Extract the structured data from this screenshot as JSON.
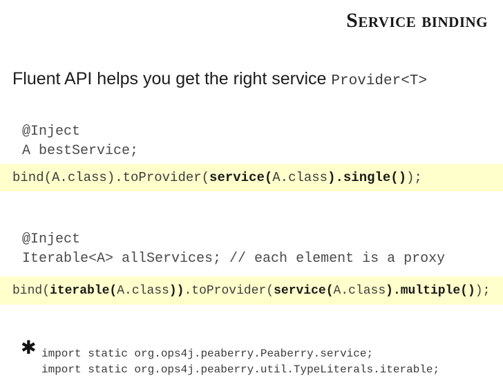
{
  "slide": {
    "title": "Service binding",
    "lead": {
      "text": "Fluent API helps you get the right service",
      "code": "Provider<T>"
    },
    "snippets": [
      {
        "name": "single-service-injection",
        "lines": "@Inject\nA bestService;"
      },
      {
        "name": "multiple-service-injection",
        "lines": "@Inject\nIterable<A> allServices; // each element is a proxy"
      }
    ],
    "code_bands": [
      {
        "name": "single-binding",
        "segments": [
          {
            "text": "bind(A.class).toProvider(",
            "bold": false
          },
          {
            "text": "service(",
            "bold": true
          },
          {
            "text": "A.class",
            "bold": false
          },
          {
            "text": ").single()",
            "bold": true
          },
          {
            "text": ");",
            "bold": false
          }
        ]
      },
      {
        "name": "multiple-binding",
        "segments": [
          {
            "text": "bind(",
            "bold": false
          },
          {
            "text": "iterable(",
            "bold": true
          },
          {
            "text": "A.class",
            "bold": false
          },
          {
            "text": "))",
            "bold": true
          },
          {
            "text": ".toProvider(",
            "bold": false
          },
          {
            "text": "service(",
            "bold": true
          },
          {
            "text": "A.class",
            "bold": false
          },
          {
            "text": ").multiple()",
            "bold": true
          },
          {
            "text": ");",
            "bold": false
          }
        ]
      }
    ],
    "footnote": {
      "bullet": "✱",
      "lines": "import static org.ops4j.peaberry.Peaberry.service;\nimport static org.ops4j.peaberry.util.TypeLiterals.iterable;"
    },
    "colors": {
      "background": "#ffffff",
      "code_band": "#ffffcc",
      "title_text": "#181818",
      "body_text": "#1c1c1c",
      "code_text": "#3d3d3d"
    }
  }
}
